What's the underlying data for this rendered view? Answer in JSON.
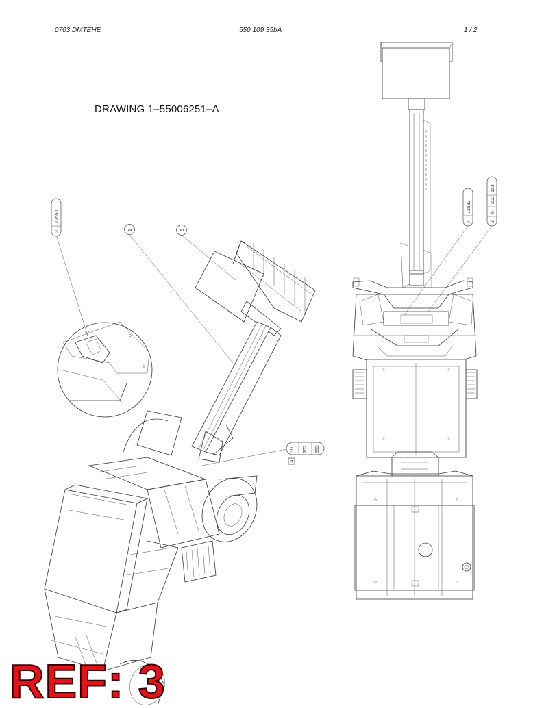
{
  "header": {
    "left": "0703 DMTEHE",
    "center": "550 109 35bA",
    "right": "1 /   2"
  },
  "drawing_title": "DRAWING 1–55006251–A",
  "ref_label": "REF: 3",
  "callouts": {
    "c3": "3",
    "c3_part": "72550",
    "c1": "1",
    "c5": "5",
    "c7": "7",
    "c7_part": "72582",
    "c2": "2",
    "c6": "6",
    "c2_part": "202",
    "c2_part2": "553",
    "c10": "10",
    "c10_part": "202",
    "c10_part2": "553",
    "cA": "A"
  }
}
